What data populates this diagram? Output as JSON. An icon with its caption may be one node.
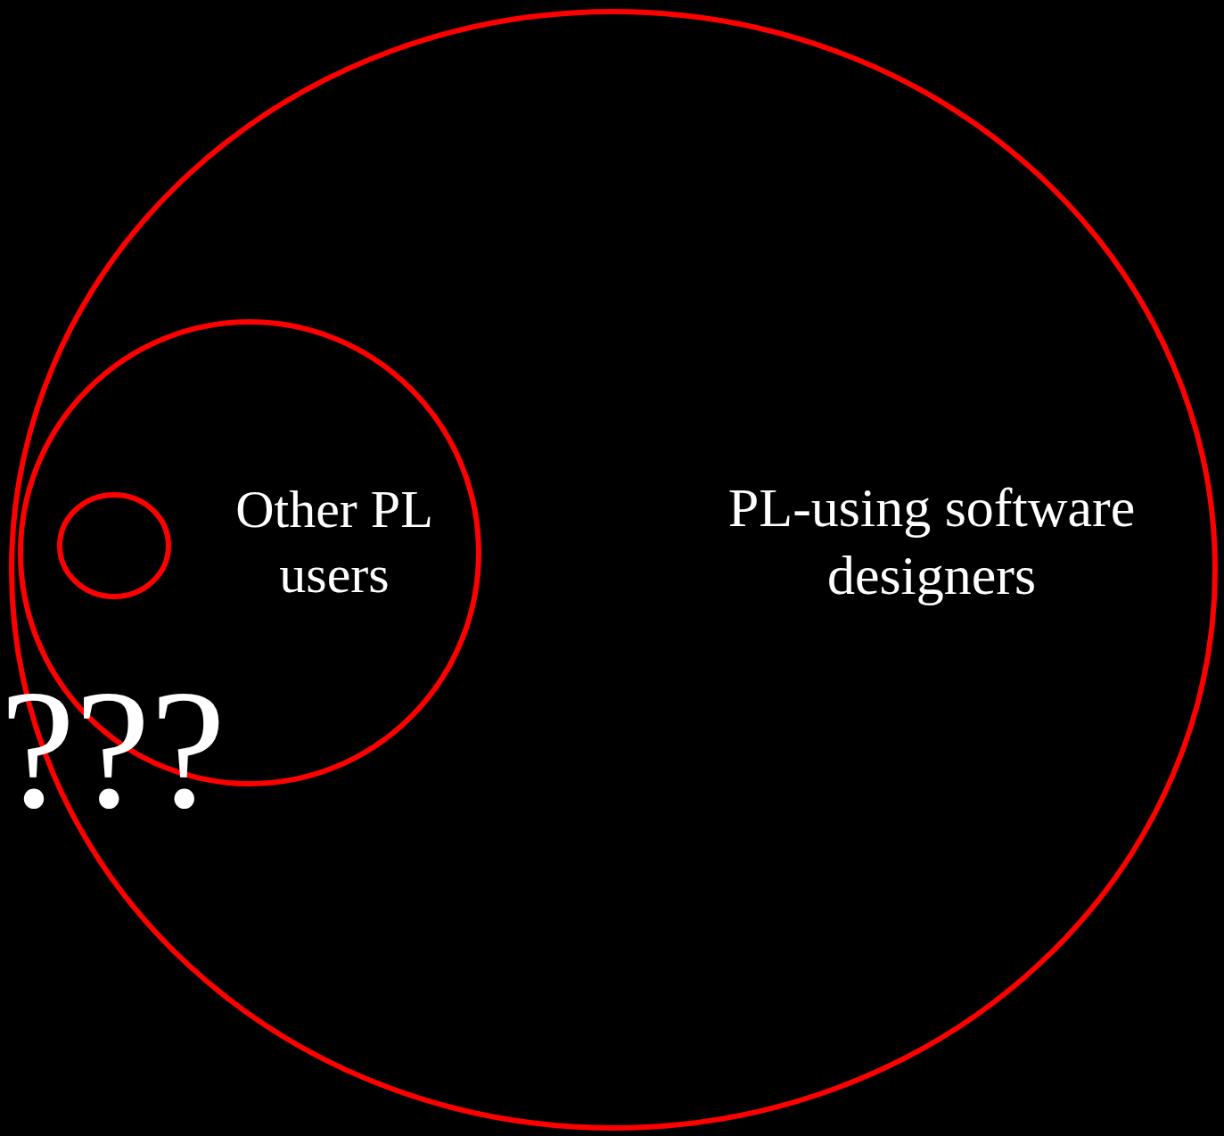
{
  "diagram": {
    "nodes": [
      {
        "text": [
          "PL-using software designers"
        ]
      },
      {
        "text": [
          "Other PL users"
        ],
        "in": 0
      },
      {
        "text": [],
        "shape": "circle",
        "in": 1
      }
    ],
    "labels": [
      "???"
    ]
  }
}
